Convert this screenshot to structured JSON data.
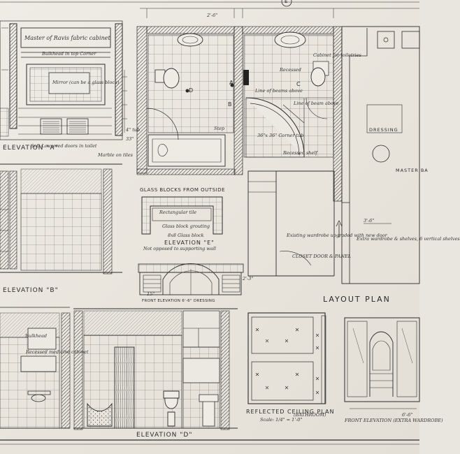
{
  "labels": {
    "elev_a": "ELEVATION \"A\"",
    "elev_b": "ELEVATION \"B\"",
    "elev_e": "ELEVATION \"E\"",
    "elev_d": "ELEVATION \"D\"",
    "layout": "LAYOUT PLAN",
    "ceiling": "REFLECTED CEILING PLAN",
    "ceiling_scale": "Scale: 1/4\" = 1'-0\"",
    "ceiling_sub": "(BATHROOM)",
    "glass_title": "GLASS BLOCKS FROM OUTSIDE",
    "dressing": "DRESSING",
    "master": "MASTER BA",
    "front_elev": "FRONT ELEVATION 6'-6\" DRESSING",
    "closet": "CLOSET DOOR & PANEL",
    "front_elev_right": "FRONT ELEVATION (EXTRA WARDROBE)"
  },
  "notes": {
    "a1": "Master of Ravis fabric cabinet",
    "a2": "Bulkhead in top Corner",
    "a3": "Mirror (can be a glass block)",
    "a4": "Soft Louvered doors in toilet",
    "a5": "Marble on tiles",
    "a6": "4\" tub",
    "plan1": "Step",
    "plan2": "Line of beams above",
    "plan3": "36\"x 36\" Corner tub",
    "plan4": "Recessed shelf",
    "plan5": "Line of beam above",
    "plan6": "Cabinet for toiletries",
    "plan7": "Recessed",
    "plan8": "Existing wardrobe upgraded with new door",
    "plan9": "Extra wardrobe & shelves, 6 vertical shelves",
    "e1": "Rectangular tile",
    "e2": "Glass block grouting",
    "e3": "8x8 Glass block",
    "e4": "Not opposed to supporting wall",
    "b1": "Bulkhead",
    "b2": "Recessed medicine cabinet",
    "dim1": "2'-6\"",
    "dim2": "3'-6\"",
    "dim3": "6'-6\"",
    "dim4": "15\"",
    "dim5": "2'-3\"",
    "dim6": "33\""
  },
  "plan_letters": [
    "A",
    "B",
    "C",
    "D",
    "E"
  ]
}
